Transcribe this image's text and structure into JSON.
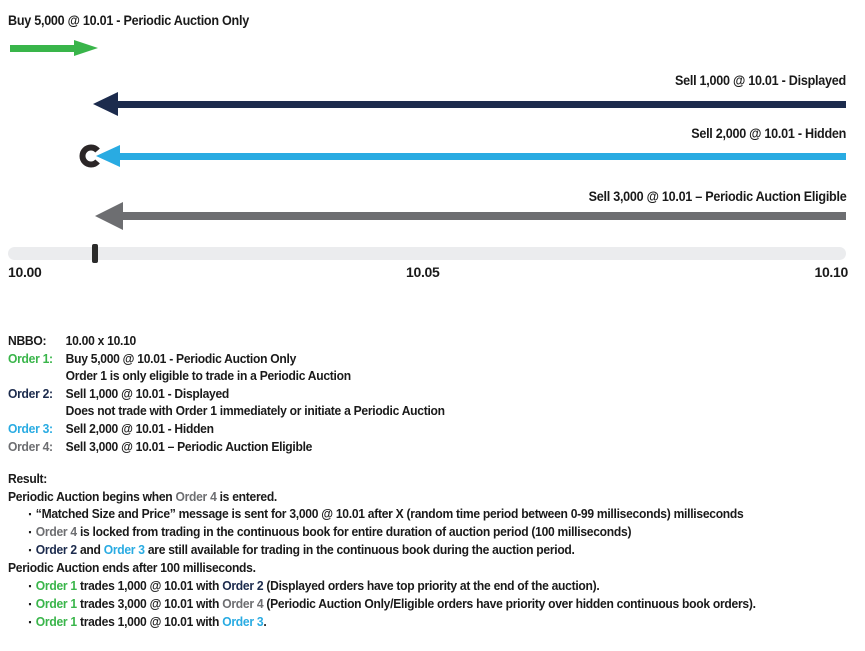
{
  "colors": {
    "green": "#39B54A",
    "navy": "#1C2B4D",
    "blue": "#29ABE2",
    "gray": "#6D6E71",
    "black": "#1A1A1A",
    "ring": "#2B2627",
    "axis_bar": "#EBECEE",
    "axis_tick": "#2B2B2B"
  },
  "diagram": {
    "buy_label": "Buy 5,000 @ 10.01 - Periodic Auction Only",
    "sell1_label": "Sell 1,000 @ 10.01 - Displayed",
    "sell2_label": "Sell 2,000 @ 10.01 - Hidden",
    "sell3_label": "Sell 3,000 @ 10.01 – Periodic Auction Eligible",
    "axis": {
      "left": "10.00",
      "mid": "10.05",
      "right": "10.10"
    }
  },
  "book": {
    "rows": [
      {
        "label": "NBBO:",
        "color": "black",
        "text": "10.00 x 10.10"
      },
      {
        "label": "Order 1:",
        "color": "green",
        "text": "Buy 5,000 @ 10.01 - Periodic Auction Only"
      },
      {
        "label": "",
        "color": "black",
        "text": "Order 1 is only eligible to trade in a Periodic Auction"
      },
      {
        "label": "Order 2:",
        "color": "navy",
        "text": "Sell 1,000 @ 10.01 - Displayed"
      },
      {
        "label": "",
        "color": "black",
        "text": "Does not trade with Order 1 immediately or initiate a Periodic Auction"
      },
      {
        "label": "Order 3:",
        "color": "blue",
        "text": "Sell 2,000 @ 10.01 - Hidden"
      },
      {
        "label": "Order 4:",
        "color": "gray",
        "text": "Sell 3,000 @ 10.01 – Periodic Auction Eligible"
      }
    ]
  },
  "result": {
    "title": "Result:",
    "lines": [
      {
        "bullet": false,
        "segments": [
          {
            "t": "Periodic Auction begins when ",
            "c": "black"
          },
          {
            "t": "Order 4",
            "c": "gray"
          },
          {
            "t": " is entered.",
            "c": "black"
          }
        ]
      },
      {
        "bullet": true,
        "segments": [
          {
            "t": "“Matched Size and Price” message is sent for 3,000 @ 10.01 after X (random time period between 0-99 milliseconds) milliseconds",
            "c": "black"
          }
        ]
      },
      {
        "bullet": true,
        "segments": [
          {
            "t": "Order 4",
            "c": "gray"
          },
          {
            "t": " is locked from trading in the continuous book for entire duration of auction period (100 milliseconds)",
            "c": "black"
          }
        ]
      },
      {
        "bullet": true,
        "segments": [
          {
            "t": "Order 2",
            "c": "navy"
          },
          {
            "t": " and ",
            "c": "black"
          },
          {
            "t": "Order 3",
            "c": "blue"
          },
          {
            "t": " are still available for trading in the continuous book during the auction period.",
            "c": "black"
          }
        ]
      },
      {
        "bullet": false,
        "segments": [
          {
            "t": "Periodic Auction ends after 100 milliseconds.",
            "c": "black"
          }
        ]
      },
      {
        "bullet": true,
        "segments": [
          {
            "t": "Order 1",
            "c": "green"
          },
          {
            "t": " trades 1,000 @ 10.01 with ",
            "c": "black"
          },
          {
            "t": "Order 2",
            "c": "navy"
          },
          {
            "t": " (Displayed orders have top priority at the end of the auction).",
            "c": "black"
          }
        ]
      },
      {
        "bullet": true,
        "segments": [
          {
            "t": "Order 1",
            "c": "green"
          },
          {
            "t": " trades 3,000 @ 10.01 with ",
            "c": "black"
          },
          {
            "t": "Order 4",
            "c": "gray"
          },
          {
            "t": " (Periodic Auction Only/Eligible orders have priority over hidden continuous book orders).",
            "c": "black"
          }
        ]
      },
      {
        "bullet": true,
        "segments": [
          {
            "t": "Order 1",
            "c": "green"
          },
          {
            "t": " trades 1,000 @ 10.01 with ",
            "c": "black"
          },
          {
            "t": "Order 3",
            "c": "blue"
          },
          {
            "t": ".",
            "c": "black"
          }
        ]
      }
    ]
  }
}
